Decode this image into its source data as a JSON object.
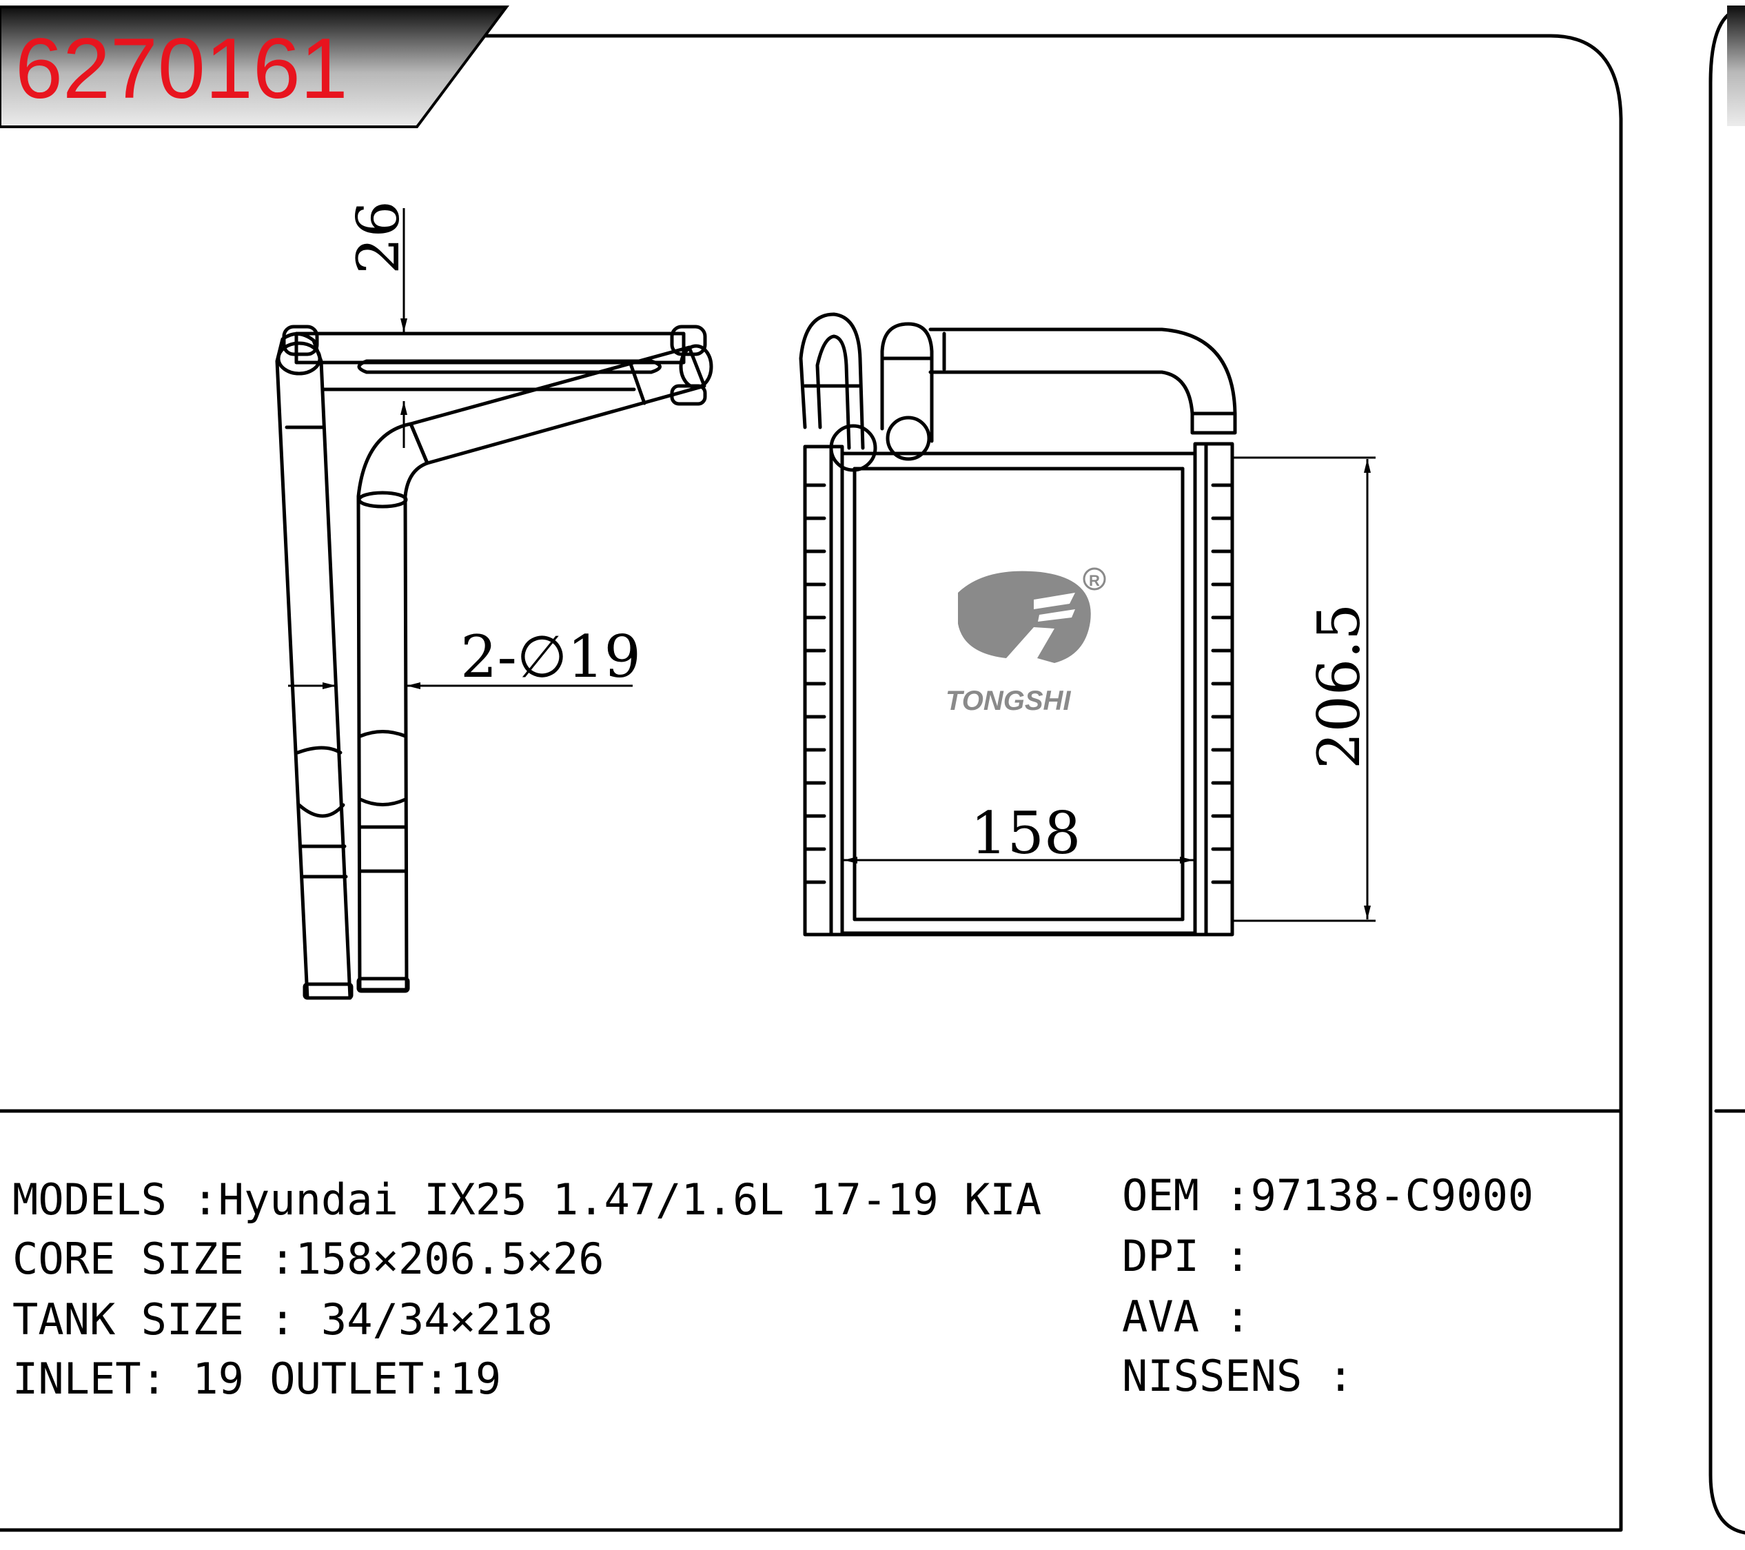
{
  "part_code": "6270161",
  "dimensions": {
    "thickness": "26",
    "pipe": "2-∅19",
    "height": "206.5",
    "width": "158"
  },
  "brand": {
    "name": "TONGSHI",
    "registered": "R"
  },
  "specs": {
    "models": "MODELS :Hyundai IX25 1.47/1.6L 17-19 KIA",
    "core_size": "CORE SIZE :158✕206.5✕26",
    "tank_size": "TANK SIZE : 34/34✕218",
    "inlet_outlet": "INLET: 19 OUTLET:19"
  },
  "refs": {
    "oem": "OEM :97138-C9000",
    "dpi": "DPI :",
    "ava": "AVA :",
    "nissens": "NISSENS :"
  },
  "colors": {
    "code_text": "#e8141e",
    "banner_dark": "#1a1a1a",
    "banner_light": "#d8d8d8",
    "logo_gray": "#8a8a8a"
  }
}
